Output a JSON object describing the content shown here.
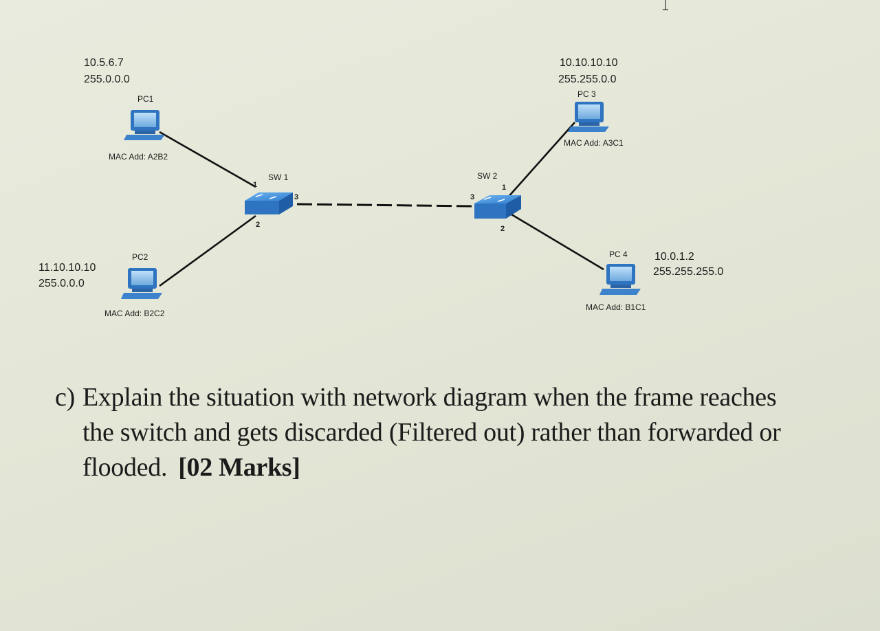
{
  "diagram": {
    "pc1": {
      "name": "PC1",
      "ip": "10.5.6.7",
      "mask": "255.0.0.0",
      "mac": "MAC Add: A2B2"
    },
    "pc2": {
      "name": "PC2",
      "ip": "11.10.10.10",
      "mask": "255.0.0.0",
      "mac": "MAC Add: B2C2"
    },
    "pc3": {
      "name": "PC 3",
      "ip": "10.10.10.10",
      "mask": "255.255.0.0",
      "mac": "MAC Add: A3C1"
    },
    "pc4": {
      "name": "PC 4",
      "ip": "10.0.1.2",
      "mask": "255.255.255.0",
      "mac": "MAC Add: B1C1"
    },
    "sw1": {
      "name": "SW 1",
      "ports": [
        "1",
        "2",
        "3"
      ]
    },
    "sw2": {
      "name": "SW 2",
      "ports": [
        "1",
        "2",
        "3"
      ]
    }
  },
  "question": {
    "prefix": "c)",
    "line1": "Explain the situation with network diagram when the frame reaches",
    "line2": "the switch and gets discarded (Filtered out) rather than forwarded or",
    "line3": "flooded.",
    "marks": "[02 Marks]"
  },
  "colors": {
    "device_blue": "#2f74c0",
    "device_light": "#8fc0ec",
    "link": "#111111"
  }
}
